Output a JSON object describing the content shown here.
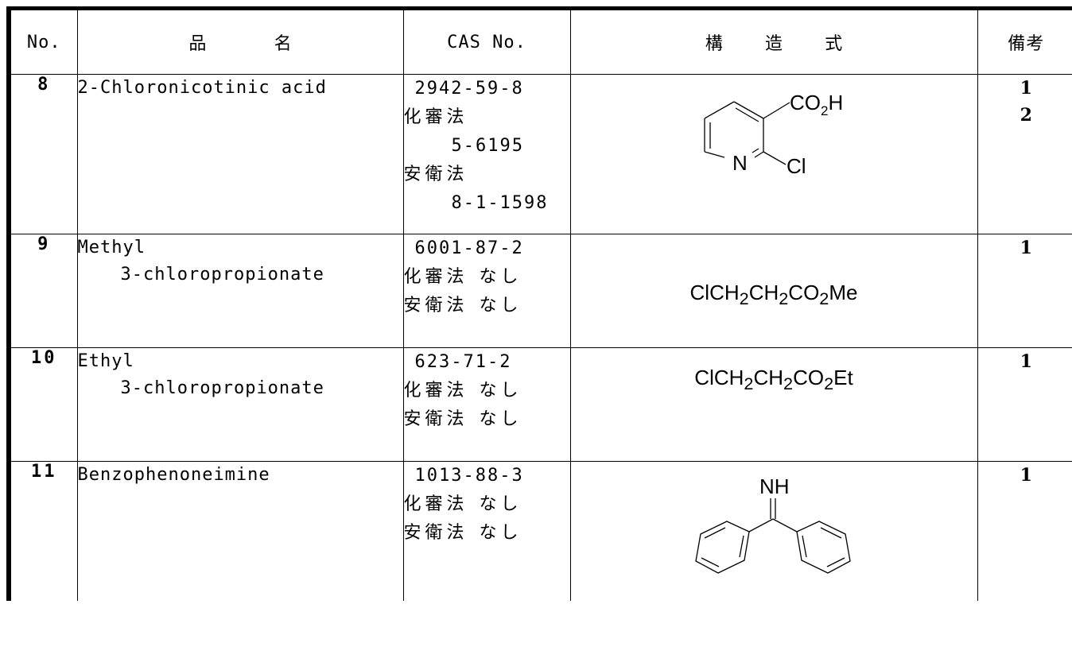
{
  "header": {
    "no": "No.",
    "name": "品 名",
    "cas": "CAS No.",
    "structure": "構 造 式",
    "remarks": "備考"
  },
  "rows": [
    {
      "no": "8",
      "name_lines": [
        "2-Chloronicotinic acid"
      ],
      "cas": "2942-59-8",
      "kashin_label": "化審法",
      "kashin_value": "5-6195",
      "anei_label": "安衛法",
      "anei_value": "8-1-1598",
      "structure": {
        "type": "pyridine-ring",
        "substituent_top": "CO",
        "substituent_top_sub": "2",
        "substituent_top_tail": "H",
        "ring_atom": "N",
        "substituent_side": "Cl"
      },
      "remarks": [
        "1",
        "2"
      ]
    },
    {
      "no": "9",
      "name_lines": [
        "Methyl",
        "3-chloropropionate"
      ],
      "cas": "6001-87-2",
      "kashin_label": "化審法",
      "kashin_value": "なし",
      "anei_label": "安衛法",
      "anei_value": "なし",
      "structure": {
        "type": "formula",
        "parts": [
          "ClCH",
          "2",
          "CH",
          "2",
          "CO",
          "2",
          "Me"
        ]
      },
      "remarks": [
        "1"
      ]
    },
    {
      "no": "10",
      "name_lines": [
        "Ethyl",
        "3-chloropropionate"
      ],
      "cas": "623-71-2",
      "kashin_label": "化審法",
      "kashin_value": "なし",
      "anei_label": "安衛法",
      "anei_value": "なし",
      "structure": {
        "type": "formula",
        "parts": [
          "ClCH",
          "2",
          "CH",
          "2",
          "CO",
          "2",
          "Et"
        ]
      },
      "remarks": [
        "1"
      ]
    },
    {
      "no": "11",
      "name_lines": [
        "Benzophenoneimine"
      ],
      "cas": "1013-88-3",
      "kashin_label": "化審法",
      "kashin_value": "なし",
      "anei_label": "安衛法",
      "anei_value": "なし",
      "structure": {
        "type": "diphenyl-imine",
        "group": "NH"
      },
      "remarks": [
        "1"
      ]
    }
  ]
}
